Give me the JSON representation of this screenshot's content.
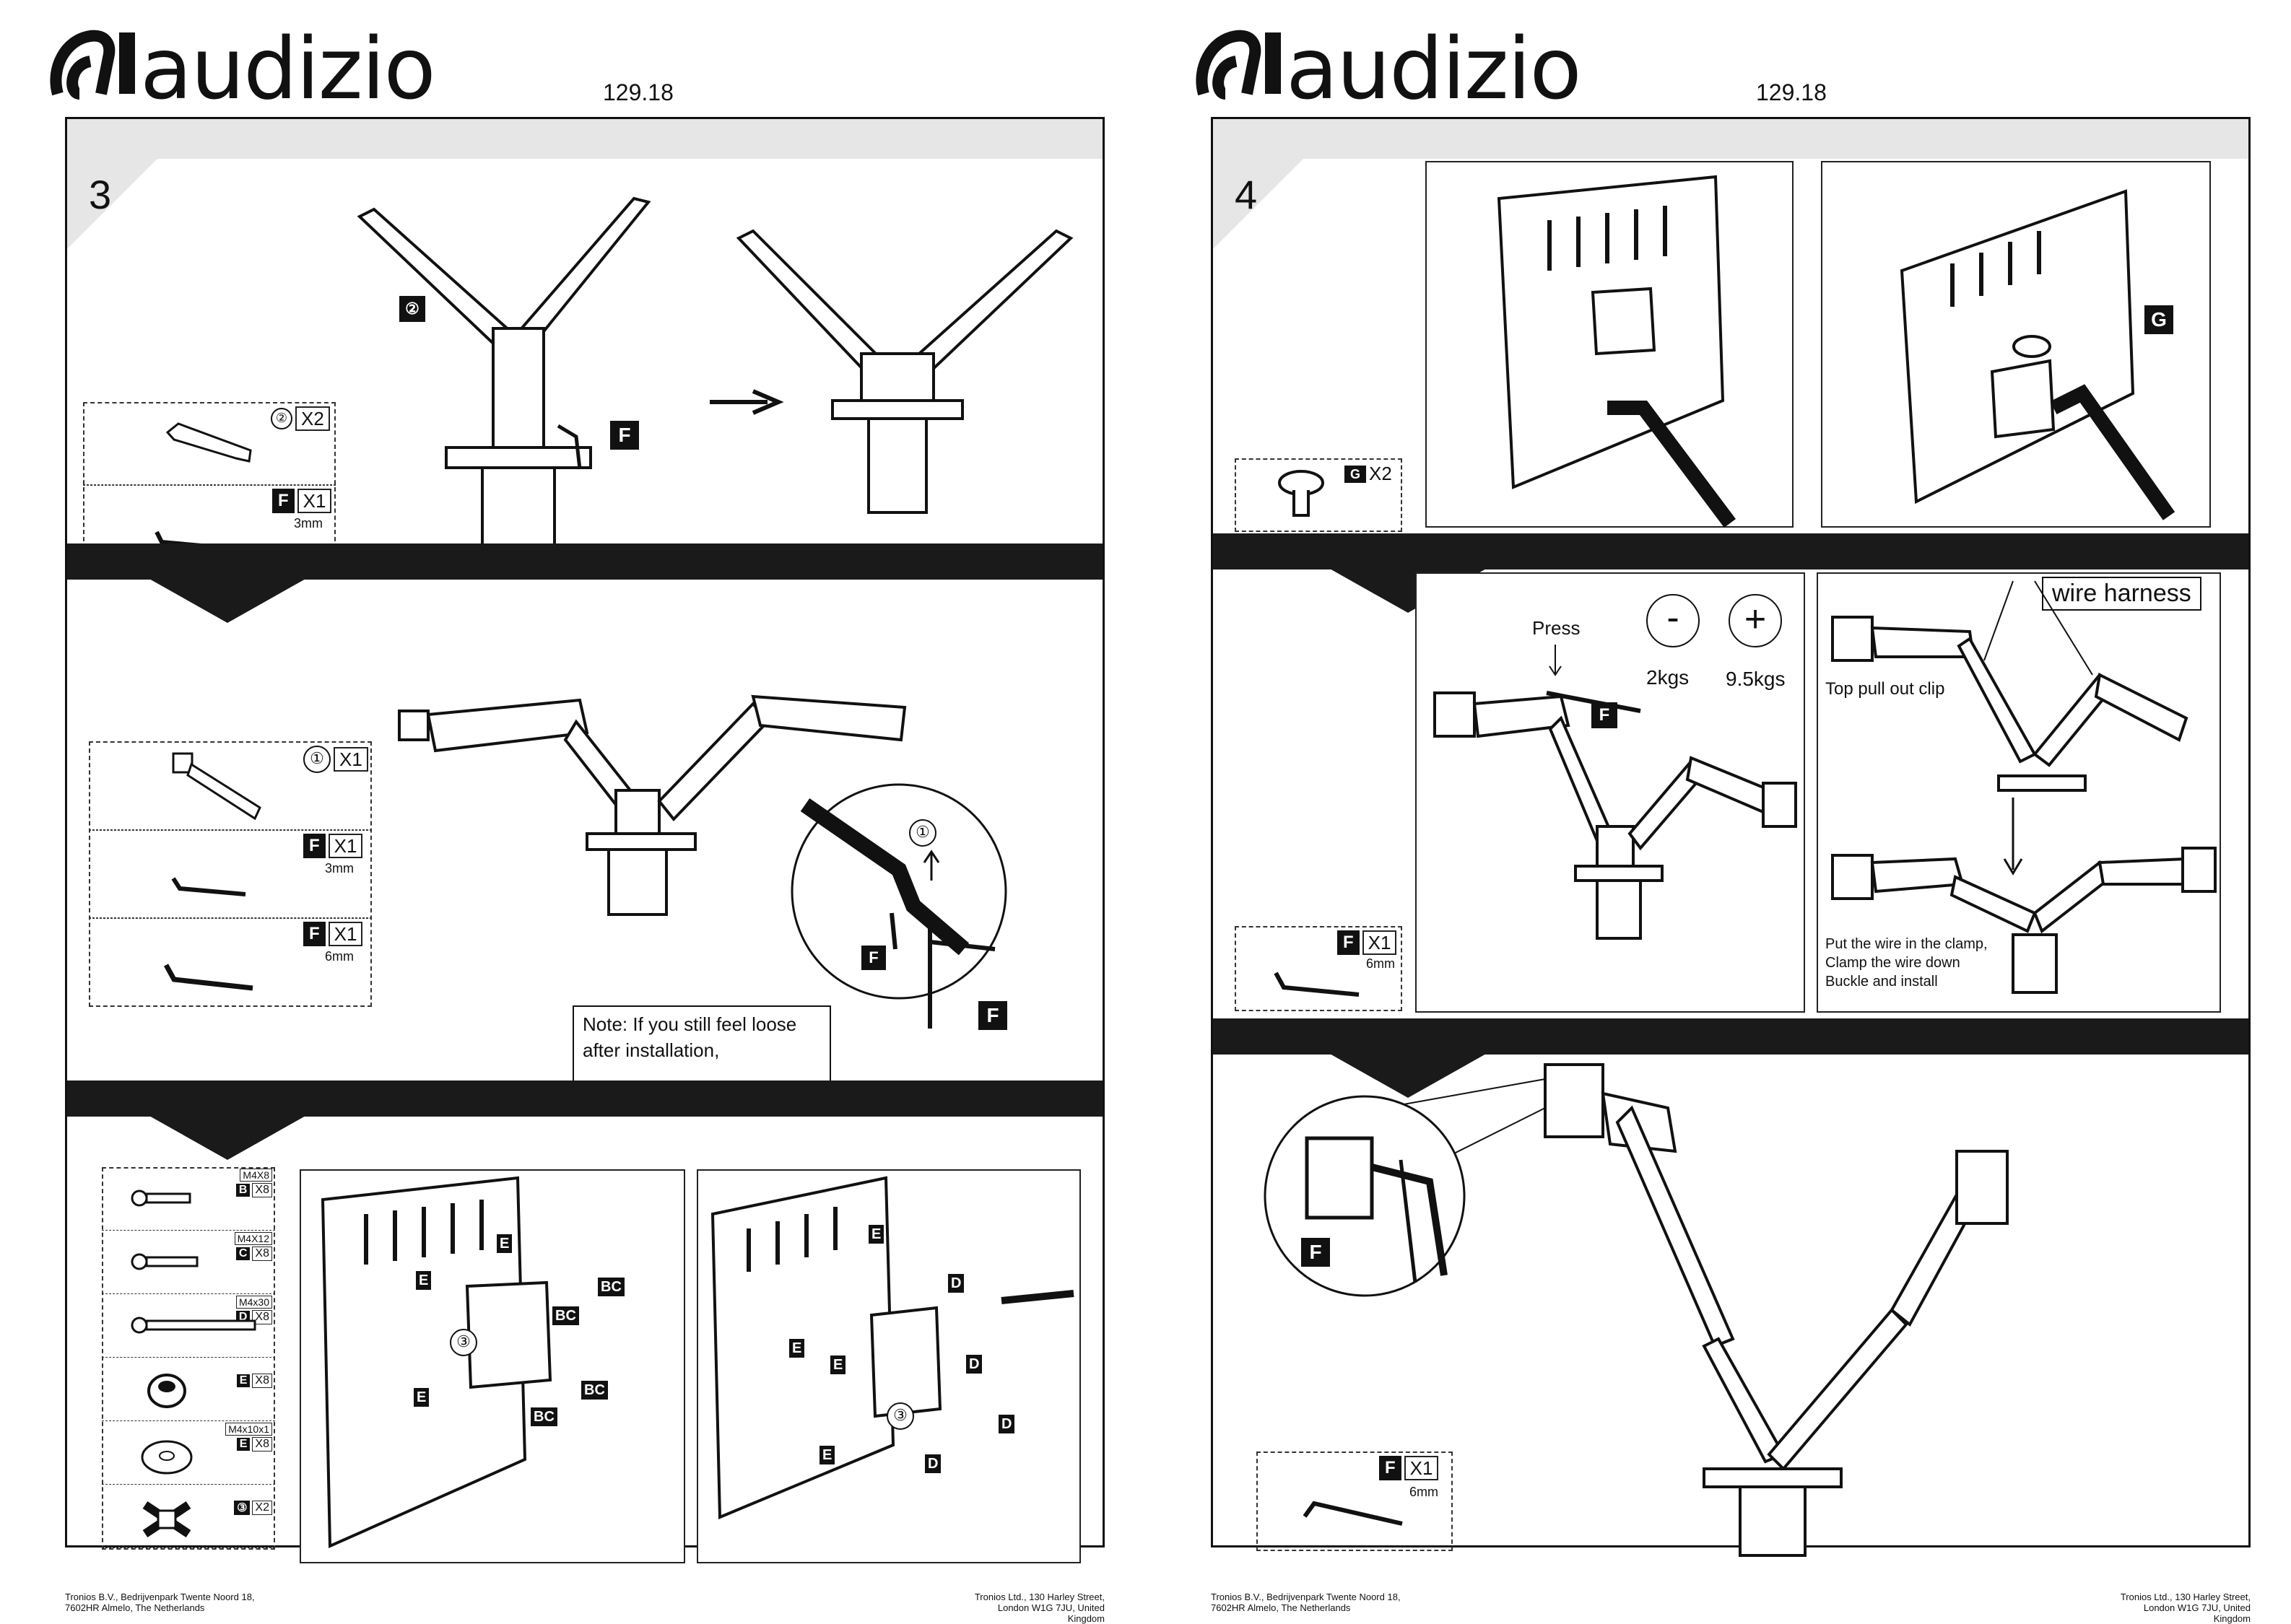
{
  "brand": "audizio",
  "product_code": "129.18",
  "footer": {
    "left_line1": "Tronios B.V., Bedrijvenpark Twente Noord 18,",
    "left_line2": "7602HR Almelo, The Netherlands",
    "right_line1": "Tronios Ltd., 130 Harley Street,",
    "right_line2": "London W1G 7JU, United Kingdom"
  },
  "left": {
    "step": "3",
    "sec1": {
      "part2_qty": "X2",
      "partF_qty": "X1",
      "partF_size": "3mm",
      "label_2": "②",
      "label_F": "F"
    },
    "sec2": {
      "part1_qty": "X1",
      "partF1_qty": "X1",
      "partF1_size": "3mm",
      "partF2_qty": "X1",
      "partF2_size": "6mm",
      "circ1": "①",
      "note_line1": "Note: If you still feel loose",
      "note_line2": "after installation,"
    },
    "sec3": {
      "screws": [
        {
          "spec": "M4X8",
          "letter": "B",
          "qty": "X8"
        },
        {
          "spec": "M4X12",
          "letter": "C",
          "qty": "X8"
        },
        {
          "spec": "M4x30",
          "letter": "D",
          "qty": "X8"
        },
        {
          "spec": "",
          "letter": "E",
          "qty": "X8"
        },
        {
          "spec": "M4x10x1",
          "letter": "E",
          "qty": "X8"
        },
        {
          "spec": "",
          "letter": "③",
          "qty": "X2"
        }
      ],
      "E": "E",
      "BC": "BC",
      "D": "D",
      "three": "③"
    }
  },
  "right": {
    "step": "4",
    "sec1": {
      "partG_letter": "G",
      "partG_qty": "X2",
      "label_G": "G"
    },
    "sec2": {
      "press": "Press",
      "minus": "-",
      "plus": "+",
      "kg_low": "2kgs",
      "kg_high": "9.5kgs",
      "label_F": "F",
      "partF_qty": "X1",
      "partF_size": "6mm",
      "wire_harness": "wire harness",
      "top_clip": "Top pull out clip",
      "put_line1": "Put the wire in the clamp,",
      "put_line2": "Clamp the wire down",
      "put_line3": "Buckle and install"
    },
    "sec3": {
      "label_F": "F",
      "partF_qty": "X1",
      "partF_size": "6mm"
    }
  }
}
